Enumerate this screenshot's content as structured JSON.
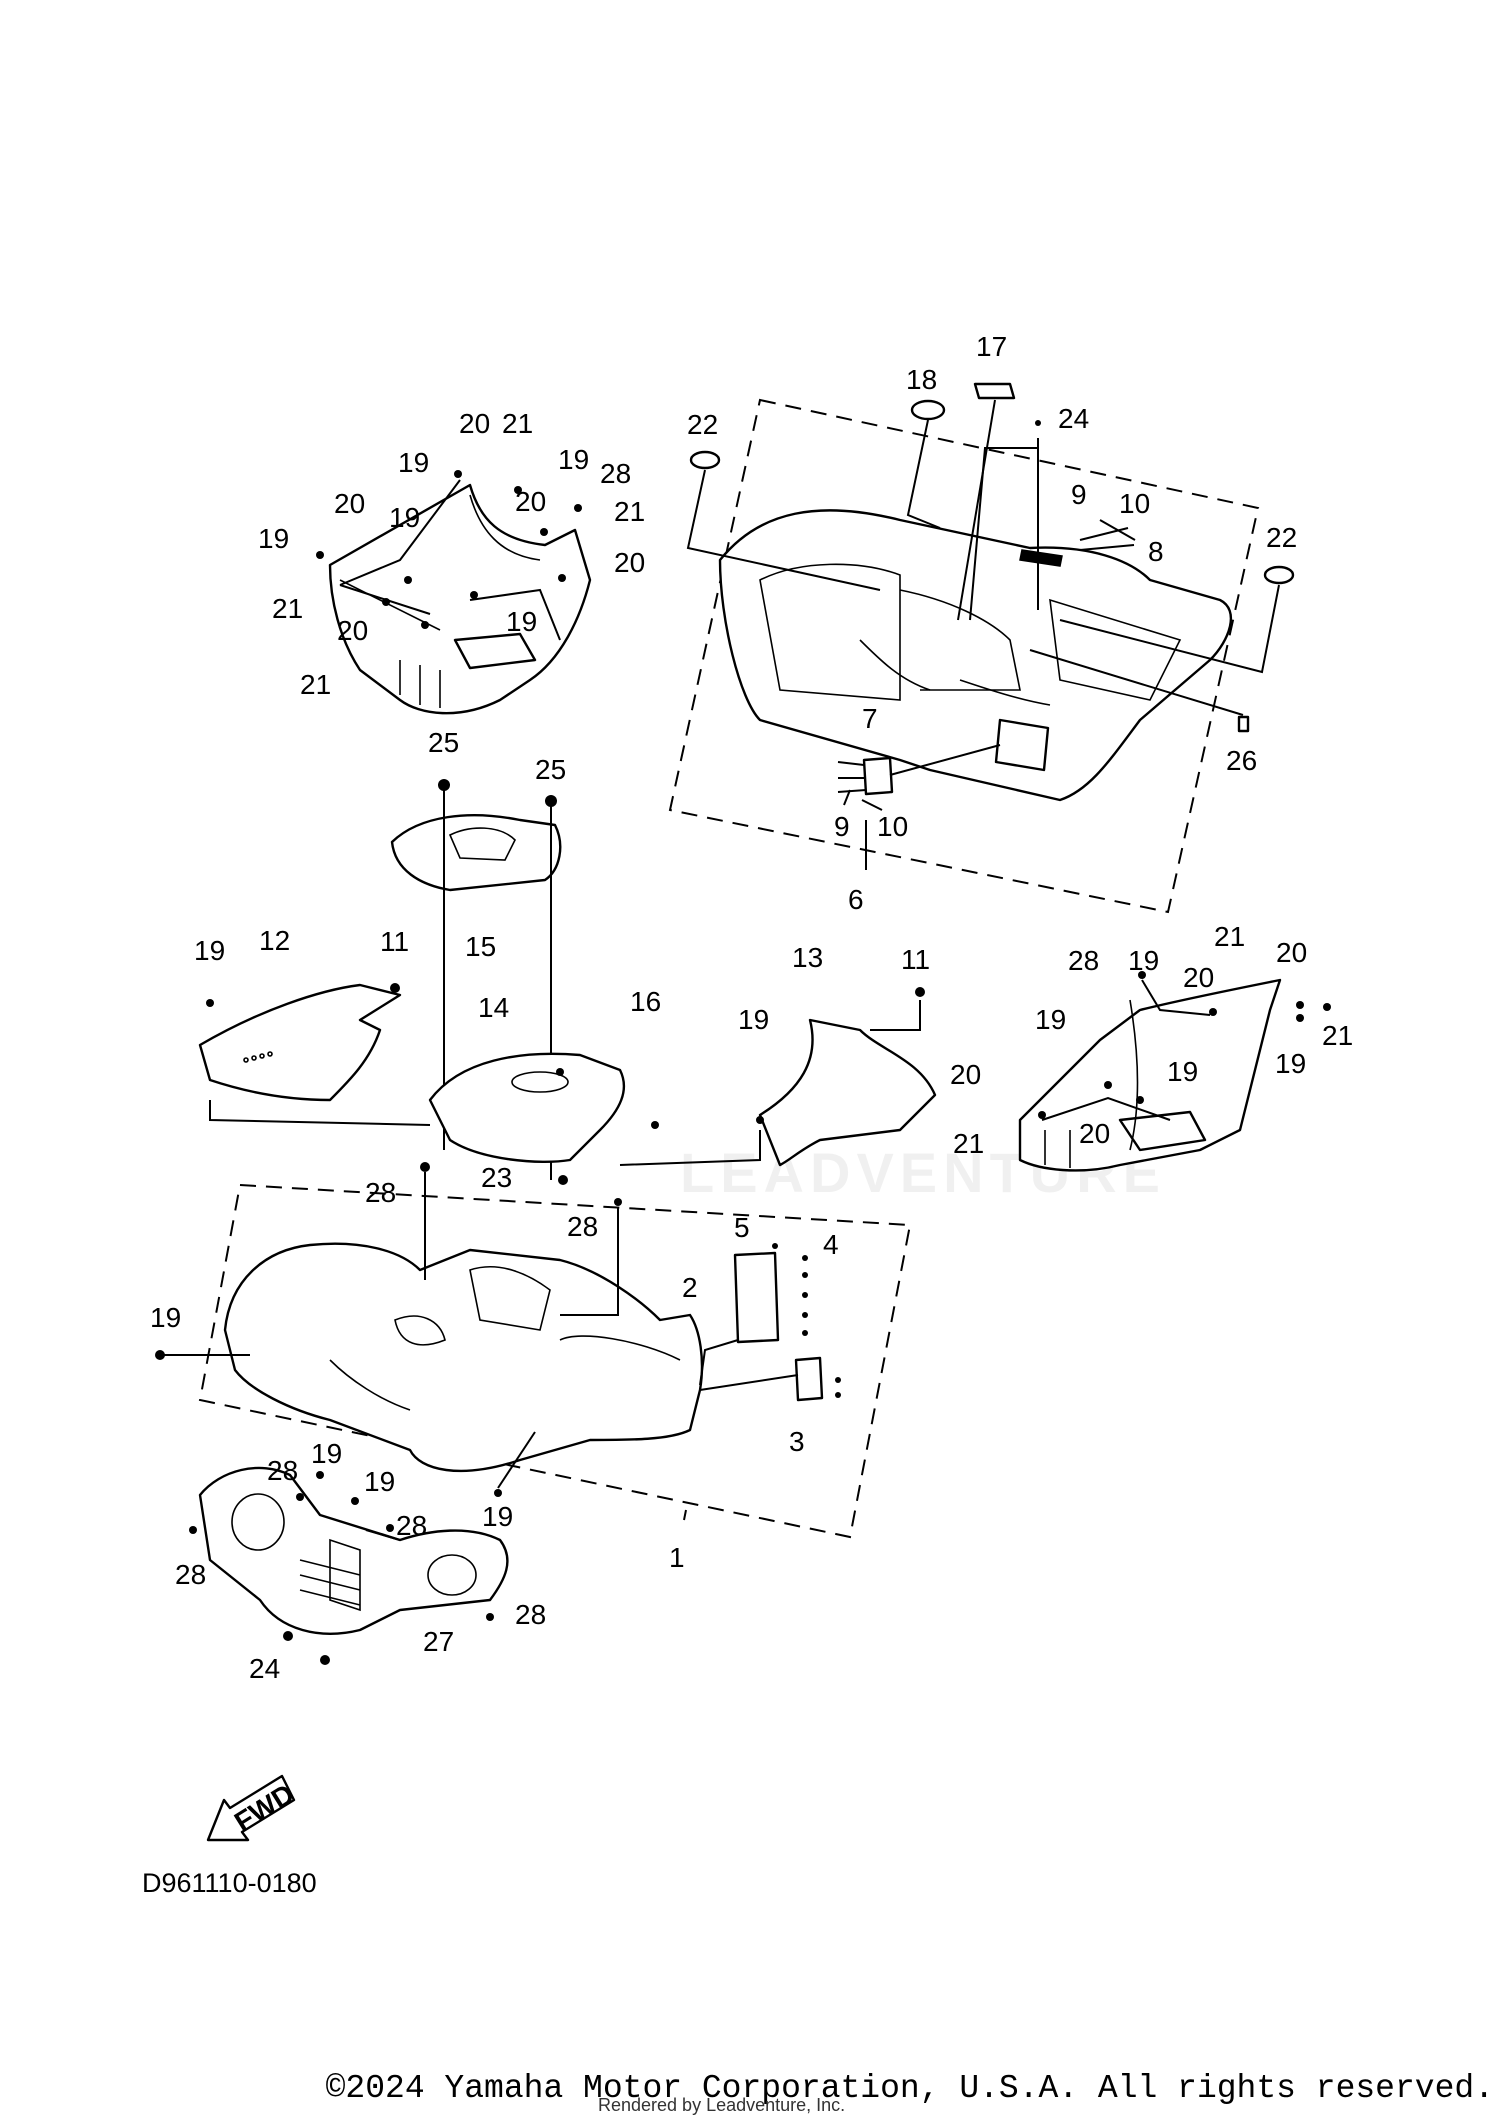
{
  "diagram_code": "D961110-0180",
  "copyright": "©2024 Yamaha Motor Corporation, U.S.A. All rights reserved.",
  "render_credit": "Rendered by Leadventure, Inc.",
  "watermark": "LEADVENTURE",
  "fwd_label": "FWD",
  "callouts": [
    {
      "id": "c17",
      "text": "17"
    },
    {
      "id": "c18",
      "text": "18"
    },
    {
      "id": "c24a",
      "text": "24"
    },
    {
      "id": "c22a",
      "text": "22"
    },
    {
      "id": "c22b",
      "text": "22"
    },
    {
      "id": "c9a",
      "text": "9"
    },
    {
      "id": "c10a",
      "text": "10"
    },
    {
      "id": "c8",
      "text": "8"
    },
    {
      "id": "c26",
      "text": "26"
    },
    {
      "id": "c7",
      "text": "7"
    },
    {
      "id": "c9b",
      "text": "9"
    },
    {
      "id": "c10b",
      "text": "10"
    },
    {
      "id": "c6",
      "text": "6"
    },
    {
      "id": "c20a",
      "text": "20"
    },
    {
      "id": "c21a",
      "text": "21"
    },
    {
      "id": "c19a",
      "text": "19"
    },
    {
      "id": "c19b",
      "text": "19"
    },
    {
      "id": "c28a",
      "text": "28"
    },
    {
      "id": "c20b",
      "text": "20"
    },
    {
      "id": "c21b",
      "text": "21"
    },
    {
      "id": "c20c",
      "text": "20"
    },
    {
      "id": "c19c",
      "text": "19"
    },
    {
      "id": "c19d",
      "text": "19"
    },
    {
      "id": "c20d",
      "text": "20"
    },
    {
      "id": "c21c",
      "text": "21"
    },
    {
      "id": "c20e",
      "text": "20"
    },
    {
      "id": "c19e",
      "text": "19"
    },
    {
      "id": "c21d",
      "text": "21"
    },
    {
      "id": "c25a",
      "text": "25"
    },
    {
      "id": "c25b",
      "text": "25"
    },
    {
      "id": "c15",
      "text": "15"
    },
    {
      "id": "c19f",
      "text": "19"
    },
    {
      "id": "c12",
      "text": "12"
    },
    {
      "id": "c11a",
      "text": "11"
    },
    {
      "id": "c14",
      "text": "14"
    },
    {
      "id": "c16",
      "text": "16"
    },
    {
      "id": "c13",
      "text": "13"
    },
    {
      "id": "c11b",
      "text": "11"
    },
    {
      "id": "c19g",
      "text": "19"
    },
    {
      "id": "c28b",
      "text": "28"
    },
    {
      "id": "c19h",
      "text": "19"
    },
    {
      "id": "c21e",
      "text": "21"
    },
    {
      "id": "c20f",
      "text": "20"
    },
    {
      "id": "c20g",
      "text": "20"
    },
    {
      "id": "c19i",
      "text": "19"
    },
    {
      "id": "c21f",
      "text": "21"
    },
    {
      "id": "c19j",
      "text": "19"
    },
    {
      "id": "c20h",
      "text": "20"
    },
    {
      "id": "c19k",
      "text": "19"
    },
    {
      "id": "c20i",
      "text": "20"
    },
    {
      "id": "c21g",
      "text": "21"
    },
    {
      "id": "c28c",
      "text": "28"
    },
    {
      "id": "c23",
      "text": "23"
    },
    {
      "id": "c28d",
      "text": "28"
    },
    {
      "id": "c5",
      "text": "5"
    },
    {
      "id": "c4",
      "text": "4"
    },
    {
      "id": "c2",
      "text": "2"
    },
    {
      "id": "c19l",
      "text": "19"
    },
    {
      "id": "c3",
      "text": "3"
    },
    {
      "id": "c19m",
      "text": "19"
    },
    {
      "id": "c1",
      "text": "1"
    },
    {
      "id": "c28e",
      "text": "28"
    },
    {
      "id": "c19n",
      "text": "19"
    },
    {
      "id": "c19o",
      "text": "19"
    },
    {
      "id": "c28f",
      "text": "28"
    },
    {
      "id": "c28g",
      "text": "28"
    },
    {
      "id": "c28h",
      "text": "28"
    },
    {
      "id": "c27",
      "text": "27"
    },
    {
      "id": "c24b",
      "text": "24"
    }
  ]
}
